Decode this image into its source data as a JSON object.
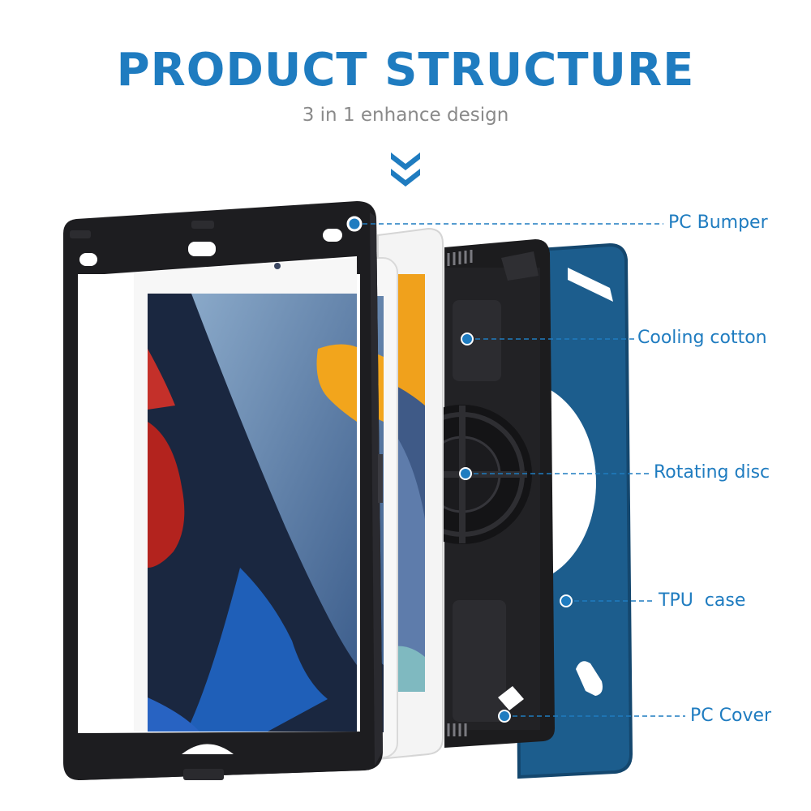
{
  "header": {
    "title": "PRODUCT STRUCTURE",
    "subtitle": "3 in 1 enhance design"
  },
  "colors": {
    "accent": "#1f7cc0",
    "subtitle": "#8a8a8a",
    "case_black": "#1c1c1e",
    "tpu_blue": "#1c5d8d"
  },
  "icons": {
    "arrow": "double-chevron-down-icon"
  },
  "callouts": [
    {
      "id": "pc-bumper",
      "label": "PC Bumper"
    },
    {
      "id": "cooling-cotton",
      "label": "Cooling cotton"
    },
    {
      "id": "rotating-disc",
      "label": "Rotating disc"
    },
    {
      "id": "tpu-case",
      "label": "TPU  case"
    },
    {
      "id": "pc-cover",
      "label": "PC Cover"
    }
  ]
}
